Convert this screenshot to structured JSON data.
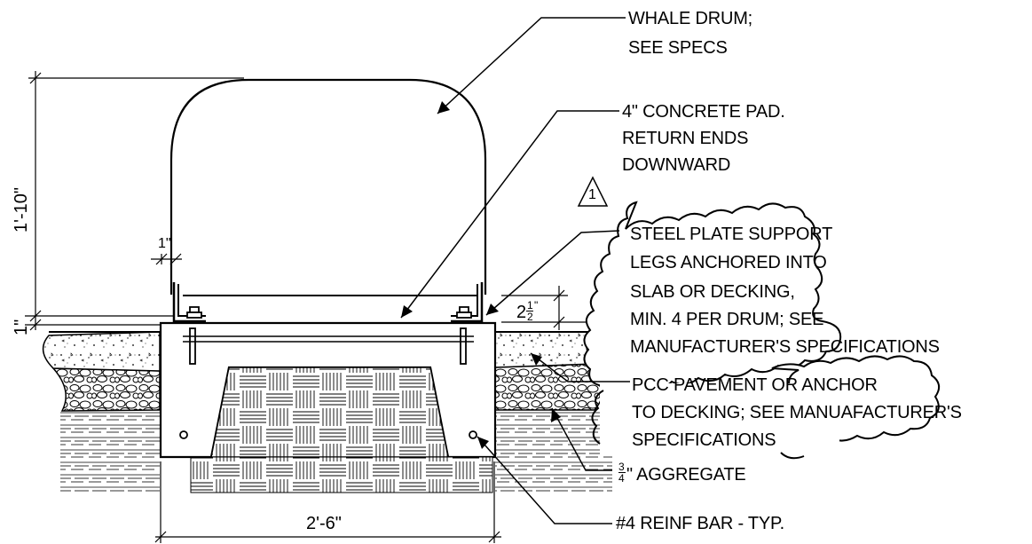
{
  "callouts": {
    "whale_drum": [
      "WHALE DRUM;",
      "SEE SPECS"
    ],
    "concrete_pad": [
      "4\" CONCRETE PAD.",
      "RETURN ENDS",
      "DOWNWARD"
    ],
    "steel_plate": [
      "STEEL PLATE SUPPORT",
      "LEGS ANCHORED INTO",
      "SLAB OR DECKING,",
      "MIN. 4 PER DRUM; SEE",
      "MANUFACTURER'S SPECIFICATIONS"
    ],
    "pcc_pavement": [
      "PCC PAVEMENT OR ANCHOR",
      "TO DECKING; SEE MANUAFACTURER'S",
      "SPECIFICATIONS"
    ],
    "aggregate": "\" AGGREGATE",
    "aggregate_fraction": {
      "num": "3",
      "den": "4"
    },
    "reinf_bar": "#4 REINF BAR - TYP."
  },
  "revision_marker": "1",
  "dimensions": {
    "drum_height": "1'-10\"",
    "gap_small": "1\"",
    "plate_offset": "1\"",
    "pad_width": "2'-6\"",
    "leg_height_whole": "2",
    "leg_height_fraction": {
      "num": "1",
      "den": "2"
    },
    "leg_height_unit": "\""
  }
}
